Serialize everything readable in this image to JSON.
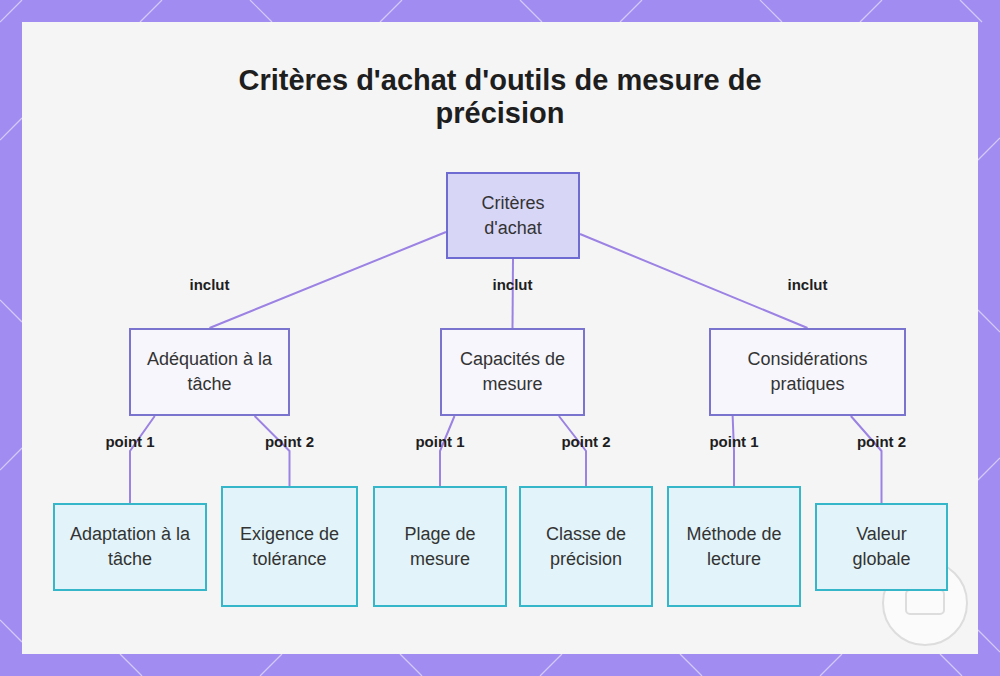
{
  "diagram": {
    "title": "Critères d'achat d'outils de mesure de précision",
    "nodes": [
      {
        "text": [
          "Critères d'achat"
        ]
      },
      {
        "text": [
          "Adéquation à la tâche"
        ]
      },
      {
        "text": [
          "Capacités de mesure"
        ]
      },
      {
        "text": [
          "Considérations pratiques"
        ]
      },
      {
        "text": [
          "Adaptation à la tâche"
        ]
      },
      {
        "text": [
          "Exigence de tolérance"
        ]
      },
      {
        "text": [
          "Plage de mesure"
        ]
      },
      {
        "text": [
          "Classe de précision"
        ]
      },
      {
        "text": [
          "Méthode de lecture"
        ]
      },
      {
        "text": [
          "Valeur globale"
        ]
      }
    ],
    "edges": [
      {
        "from": 0,
        "to": 1,
        "label": "inclut",
        "arrow": "none"
      },
      {
        "from": 0,
        "to": 2,
        "label": "inclut",
        "arrow": "none"
      },
      {
        "from": 0,
        "to": 3,
        "label": "inclut",
        "arrow": "none"
      },
      {
        "from": 1,
        "to": 4,
        "label": "point 1",
        "arrow": "none"
      },
      {
        "from": 1,
        "to": 5,
        "label": "point 2",
        "arrow": "none"
      },
      {
        "from": 2,
        "to": 6,
        "label": "point 1",
        "arrow": "none"
      },
      {
        "from": 2,
        "to": 7,
        "label": "point 2",
        "arrow": "none"
      },
      {
        "from": 3,
        "to": 8,
        "label": "point 1",
        "arrow": "none"
      },
      {
        "from": 3,
        "to": 9,
        "label": "point 2",
        "arrow": "none"
      }
    ]
  }
}
